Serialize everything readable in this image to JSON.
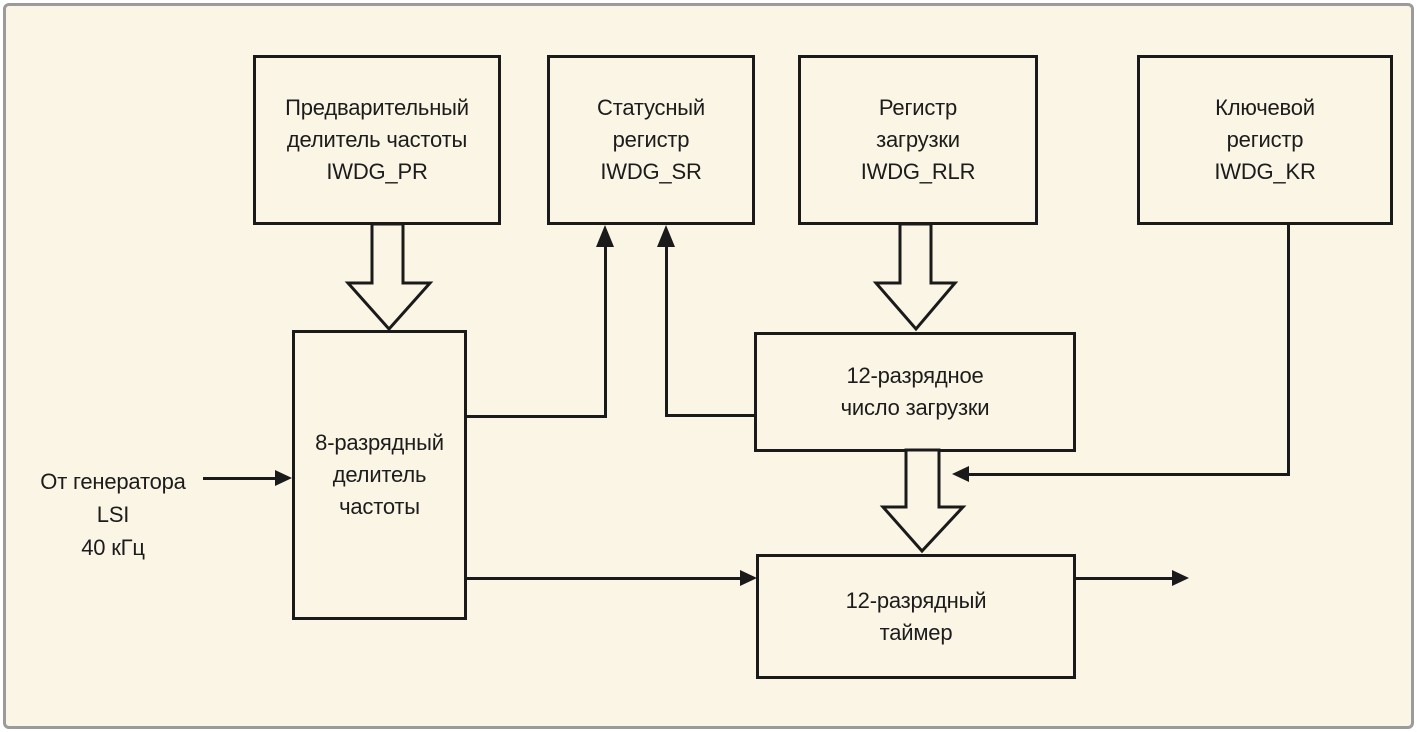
{
  "diagram_title": "IWDG (independent watchdog) block diagram",
  "colors": {
    "background": "#fbf5e5",
    "line": "#1a1a1a",
    "frame_border": "#9b9b9b",
    "text": "#1c1c1c"
  },
  "blocks": {
    "pr": {
      "lines": [
        "Предварительный",
        "делитель частоты",
        "IWDG_PR"
      ]
    },
    "sr": {
      "lines": [
        "Статусный",
        "регистр",
        "IWDG_SR"
      ]
    },
    "rlr": {
      "lines": [
        "Регистр",
        "загрузки",
        "IWDG_RLR"
      ]
    },
    "kr": {
      "lines": [
        "Ключевой",
        "регистр",
        "IWDG_KR"
      ]
    },
    "divider": {
      "lines": [
        "8-разрядный",
        "делитель",
        "частоты"
      ]
    },
    "reload": {
      "lines": [
        "12-разрядное",
        "число загрузки"
      ]
    },
    "timer": {
      "lines": [
        "12-разрядный",
        "таймер"
      ]
    }
  },
  "source_label": {
    "lines": [
      "От генератора",
      "LSI",
      "40 кГц"
    ]
  },
  "connections": [
    {
      "from": "IWDG_PR",
      "to": "8-разрядный делитель частоты",
      "style": "block-arrow"
    },
    {
      "from": "IWDG_RLR",
      "to": "12-разрядное число загрузки",
      "style": "block-arrow"
    },
    {
      "from": "12-разрядное число загрузки",
      "to": "12-разрядный таймер",
      "style": "block-arrow"
    },
    {
      "from": "От генератора LSI 40 кГц",
      "to": "8-разрядный делитель частоты",
      "style": "thin-arrow"
    },
    {
      "from": "8-разрядный делитель частоты",
      "to": "IWDG_SR",
      "style": "thin-arrow"
    },
    {
      "from": "12-разрядное число загрузки",
      "to": "IWDG_SR",
      "style": "thin-arrow"
    },
    {
      "from": "8-разрядный делитель частоты",
      "to": "12-разрядный таймер",
      "style": "thin-arrow"
    },
    {
      "from": "IWDG_KR",
      "to": "загрузка таймера",
      "style": "thin-arrow"
    },
    {
      "from": "12-разрядный таймер",
      "to": "выход",
      "style": "thin-arrow"
    }
  ]
}
